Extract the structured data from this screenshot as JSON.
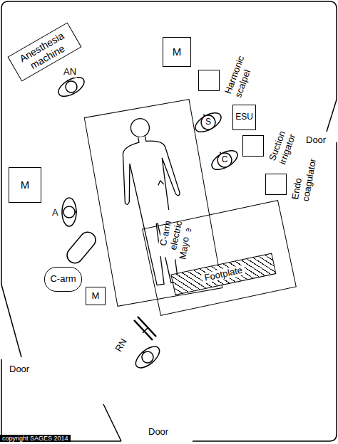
{
  "diagram": {
    "nodes": [
      {
        "text": [
          "Anesthesia machine"
        ]
      },
      {
        "text": [
          "AN"
        ]
      },
      {
        "text": [
          "M"
        ]
      },
      {
        "text": [
          "Harmonic scalpel"
        ]
      },
      {
        "text": [
          "S"
        ]
      },
      {
        "text": [
          "ESU"
        ]
      },
      {
        "text": [
          "Suction irrigator"
        ]
      },
      {
        "text": [
          "C"
        ]
      },
      {
        "text": [
          "Endo coagulator"
        ]
      },
      {
        "text": [
          "M"
        ]
      },
      {
        "text": [
          "A"
        ]
      },
      {
        "text": [
          "C-arm electric table"
        ]
      },
      {
        "text": [
          "Mayo"
        ]
      },
      {
        "text": [
          "Footplate"
        ],
        "in": 12
      },
      {
        "text": [
          "C-arm"
        ]
      },
      {
        "text": [
          "M"
        ]
      },
      {
        "text": [
          "RN"
        ]
      }
    ],
    "edges": [],
    "labels": [
      "Door",
      "Door",
      "Door",
      "copyright SAGES 2014"
    ]
  }
}
